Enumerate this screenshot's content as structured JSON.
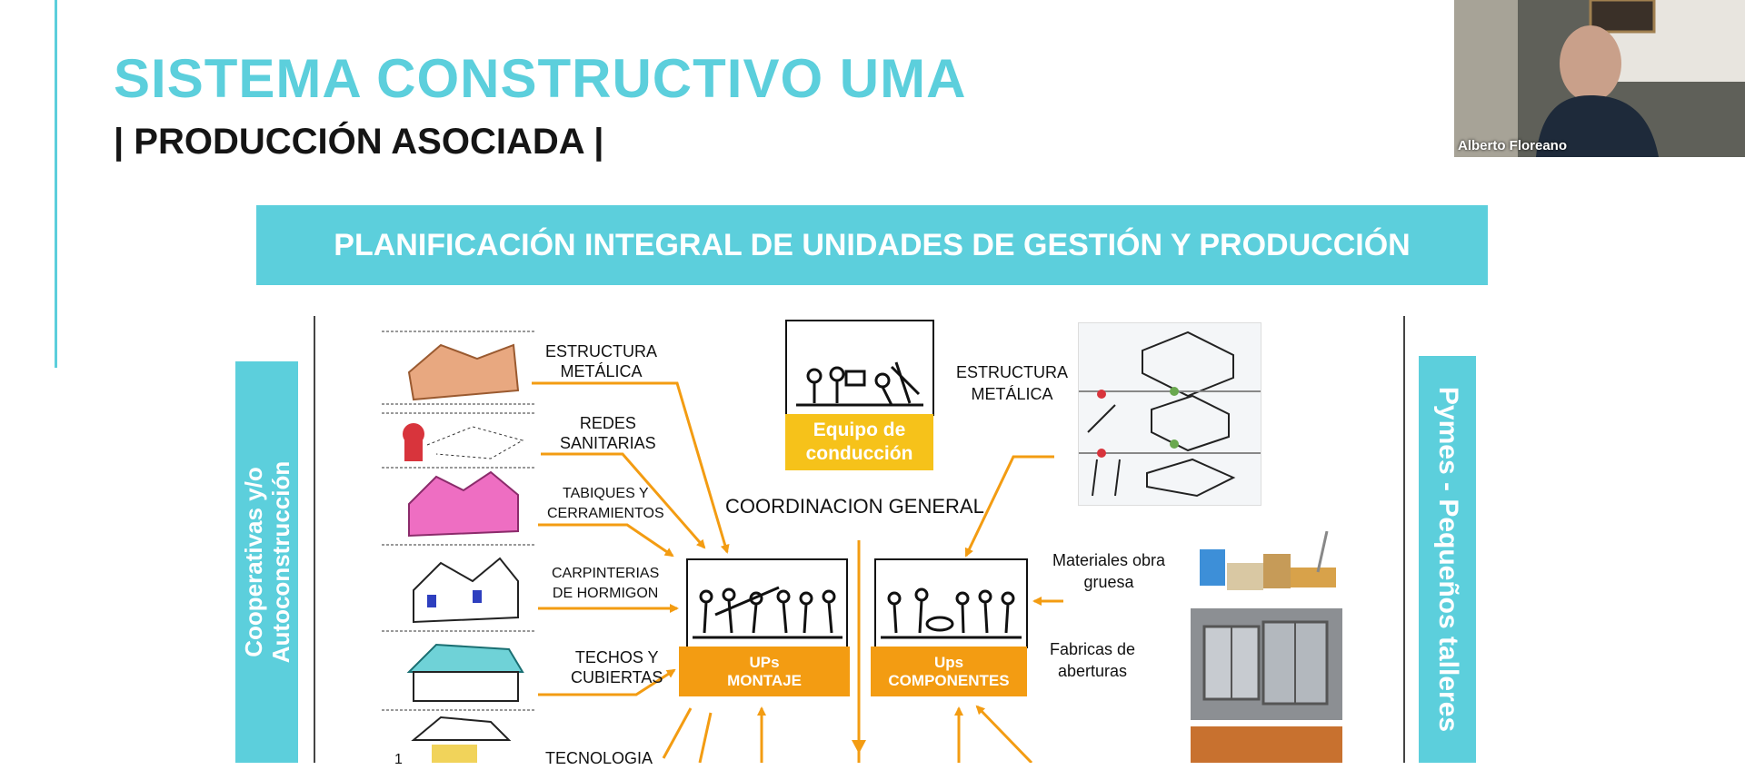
{
  "slide": {
    "title": "SISTEMA CONSTRUCTIVO UMA",
    "subtitle": "| PRODUCCIÓN ASOCIADA |",
    "banner": "PLANIFICACIÓN INTEGRAL DE UNIDADES DE GESTIÓN Y PRODUCCIÓN",
    "left_sidebar": [
      "Cooperativas y/o",
      "Autoconstrucción"
    ],
    "right_sidebar": "Pymes - Pequeños talleres",
    "left_items": [
      {
        "line1": "ESTRUCTURA",
        "line2": "METÁLICA"
      },
      {
        "line1": "REDES",
        "line2": "SANITARIAS"
      },
      {
        "line1": "TABIQUES Y",
        "line2": "CERRAMIENTOS"
      },
      {
        "line1": "CARPINTERIAS",
        "line2": "DE HORMIGON"
      },
      {
        "line1": "TECHOS Y",
        "line2": "CUBIERTAS"
      },
      {
        "line1": "TECNOLOGIA",
        "line2": ""
      }
    ],
    "equipo": {
      "line1": "Equipo de",
      "line2": "conducción"
    },
    "coordinacion": "COORDINACION GENERAL",
    "ups_montaje": {
      "line1": "UPs",
      "line2": "MONTAJE"
    },
    "ups_componentes": {
      "line1": "Ups",
      "line2": "COMPONENTES"
    },
    "right_items": [
      {
        "line1": "ESTRUCTURA",
        "line2": "METÁLICA"
      },
      {
        "line1": "Materiales obra",
        "line2": "gruesa"
      },
      {
        "line1": "Fabricas de",
        "line2": "aberturas"
      }
    ],
    "small_number": "1",
    "colors": {
      "accent": "#5ccfdc",
      "orange": "#f39c12",
      "yellow": "#f6c21a"
    }
  },
  "video": {
    "participant_name": "Alberto Floreano"
  }
}
